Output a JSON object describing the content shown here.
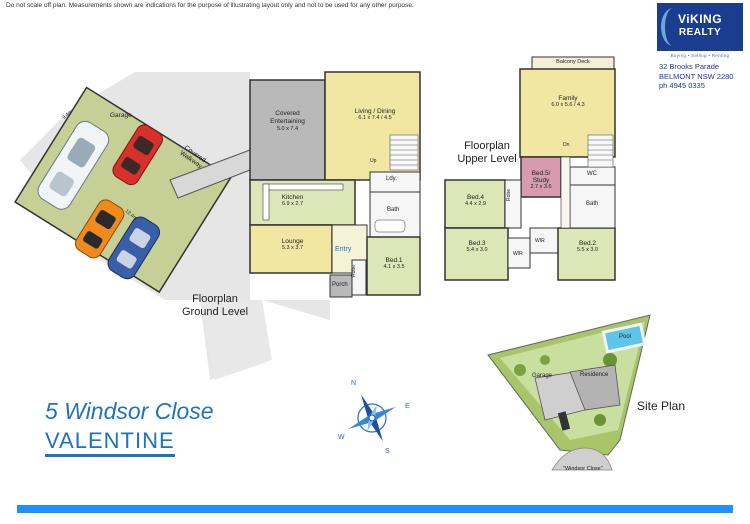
{
  "disclaimer": "Do not scale off plan.  Measurements shown are indications for the purpose of illustrating layout only and not to be used for any other purpose.",
  "brand": {
    "line1": "ViKING",
    "line2": "REALTY",
    "tagline": "Buying • Selling • Renting",
    "color": "#1a3d8f"
  },
  "contact": {
    "street": "32 Brooks Parade",
    "suburb": "BELMONT NSW 2280",
    "phone": "ph 4945 0335"
  },
  "ground": {
    "label_line1": "Floorplan",
    "label_line2": "Ground Level",
    "garage": "Garage",
    "dim_a": "9.4m",
    "dim_b": "12.4m",
    "walkway": "Covered\nWalkway",
    "covered_ent_name": "Covered\nEntertaining",
    "covered_ent_dim": "5.0 x 7.4",
    "living_name": "Living / Dining",
    "living_dim": "6.1 x 7.4 / 4.5",
    "kitchen_name": "Kitchen",
    "kitchen_dim": "6.9 x 2.7",
    "lounge_name": "Lounge",
    "lounge_dim": "5.3 x 3.7",
    "bed1_name": "Bed.1",
    "bed1_dim": "4.1 x 3.5",
    "ldy": "Ldy.",
    "bath": "Bath",
    "entry": "Entry",
    "porch": "Porch",
    "robe": "Robe",
    "up": "Up"
  },
  "upper": {
    "label_line1": "Floorplan",
    "label_line2": "Upper Level",
    "balcony": "Balcony Deck",
    "family_name": "Family",
    "family_dim": "6.0 x 5.6 / 4.3",
    "bed5_name": "Bed.5/\nStudy",
    "bed5_dim": "2.7 x 3.6",
    "bed4_name": "Bed.4",
    "bed4_dim": "4.4 x 2.9",
    "bed3_name": "Bed.3",
    "bed3_dim": "5.4 x 3.0",
    "bed2_name": "Bed.2",
    "bed2_dim": "5.5 x 3.0",
    "wc": "WC",
    "bath": "Bath",
    "wir": "WIR",
    "robe": "Robe",
    "dn": "Dn"
  },
  "compass": {
    "n": "N",
    "e": "E",
    "s": "S",
    "w": "W"
  },
  "site": {
    "label": "Site Plan",
    "pool": "Pool",
    "garage": "Garage",
    "residence": "Residence",
    "street": "\"Windsor Close\""
  },
  "address": {
    "street": "5 Windsor Close",
    "suburb": "VALENTINE"
  },
  "colors": {
    "accent": "#1e73be",
    "bar": "#1e90ff",
    "room_beige": "#f1e7a3",
    "room_green": "#dde6b6",
    "room_pink": "#d79bb0",
    "room_grey": "#b7b7b7",
    "garage_floor": "#c9d49a"
  }
}
